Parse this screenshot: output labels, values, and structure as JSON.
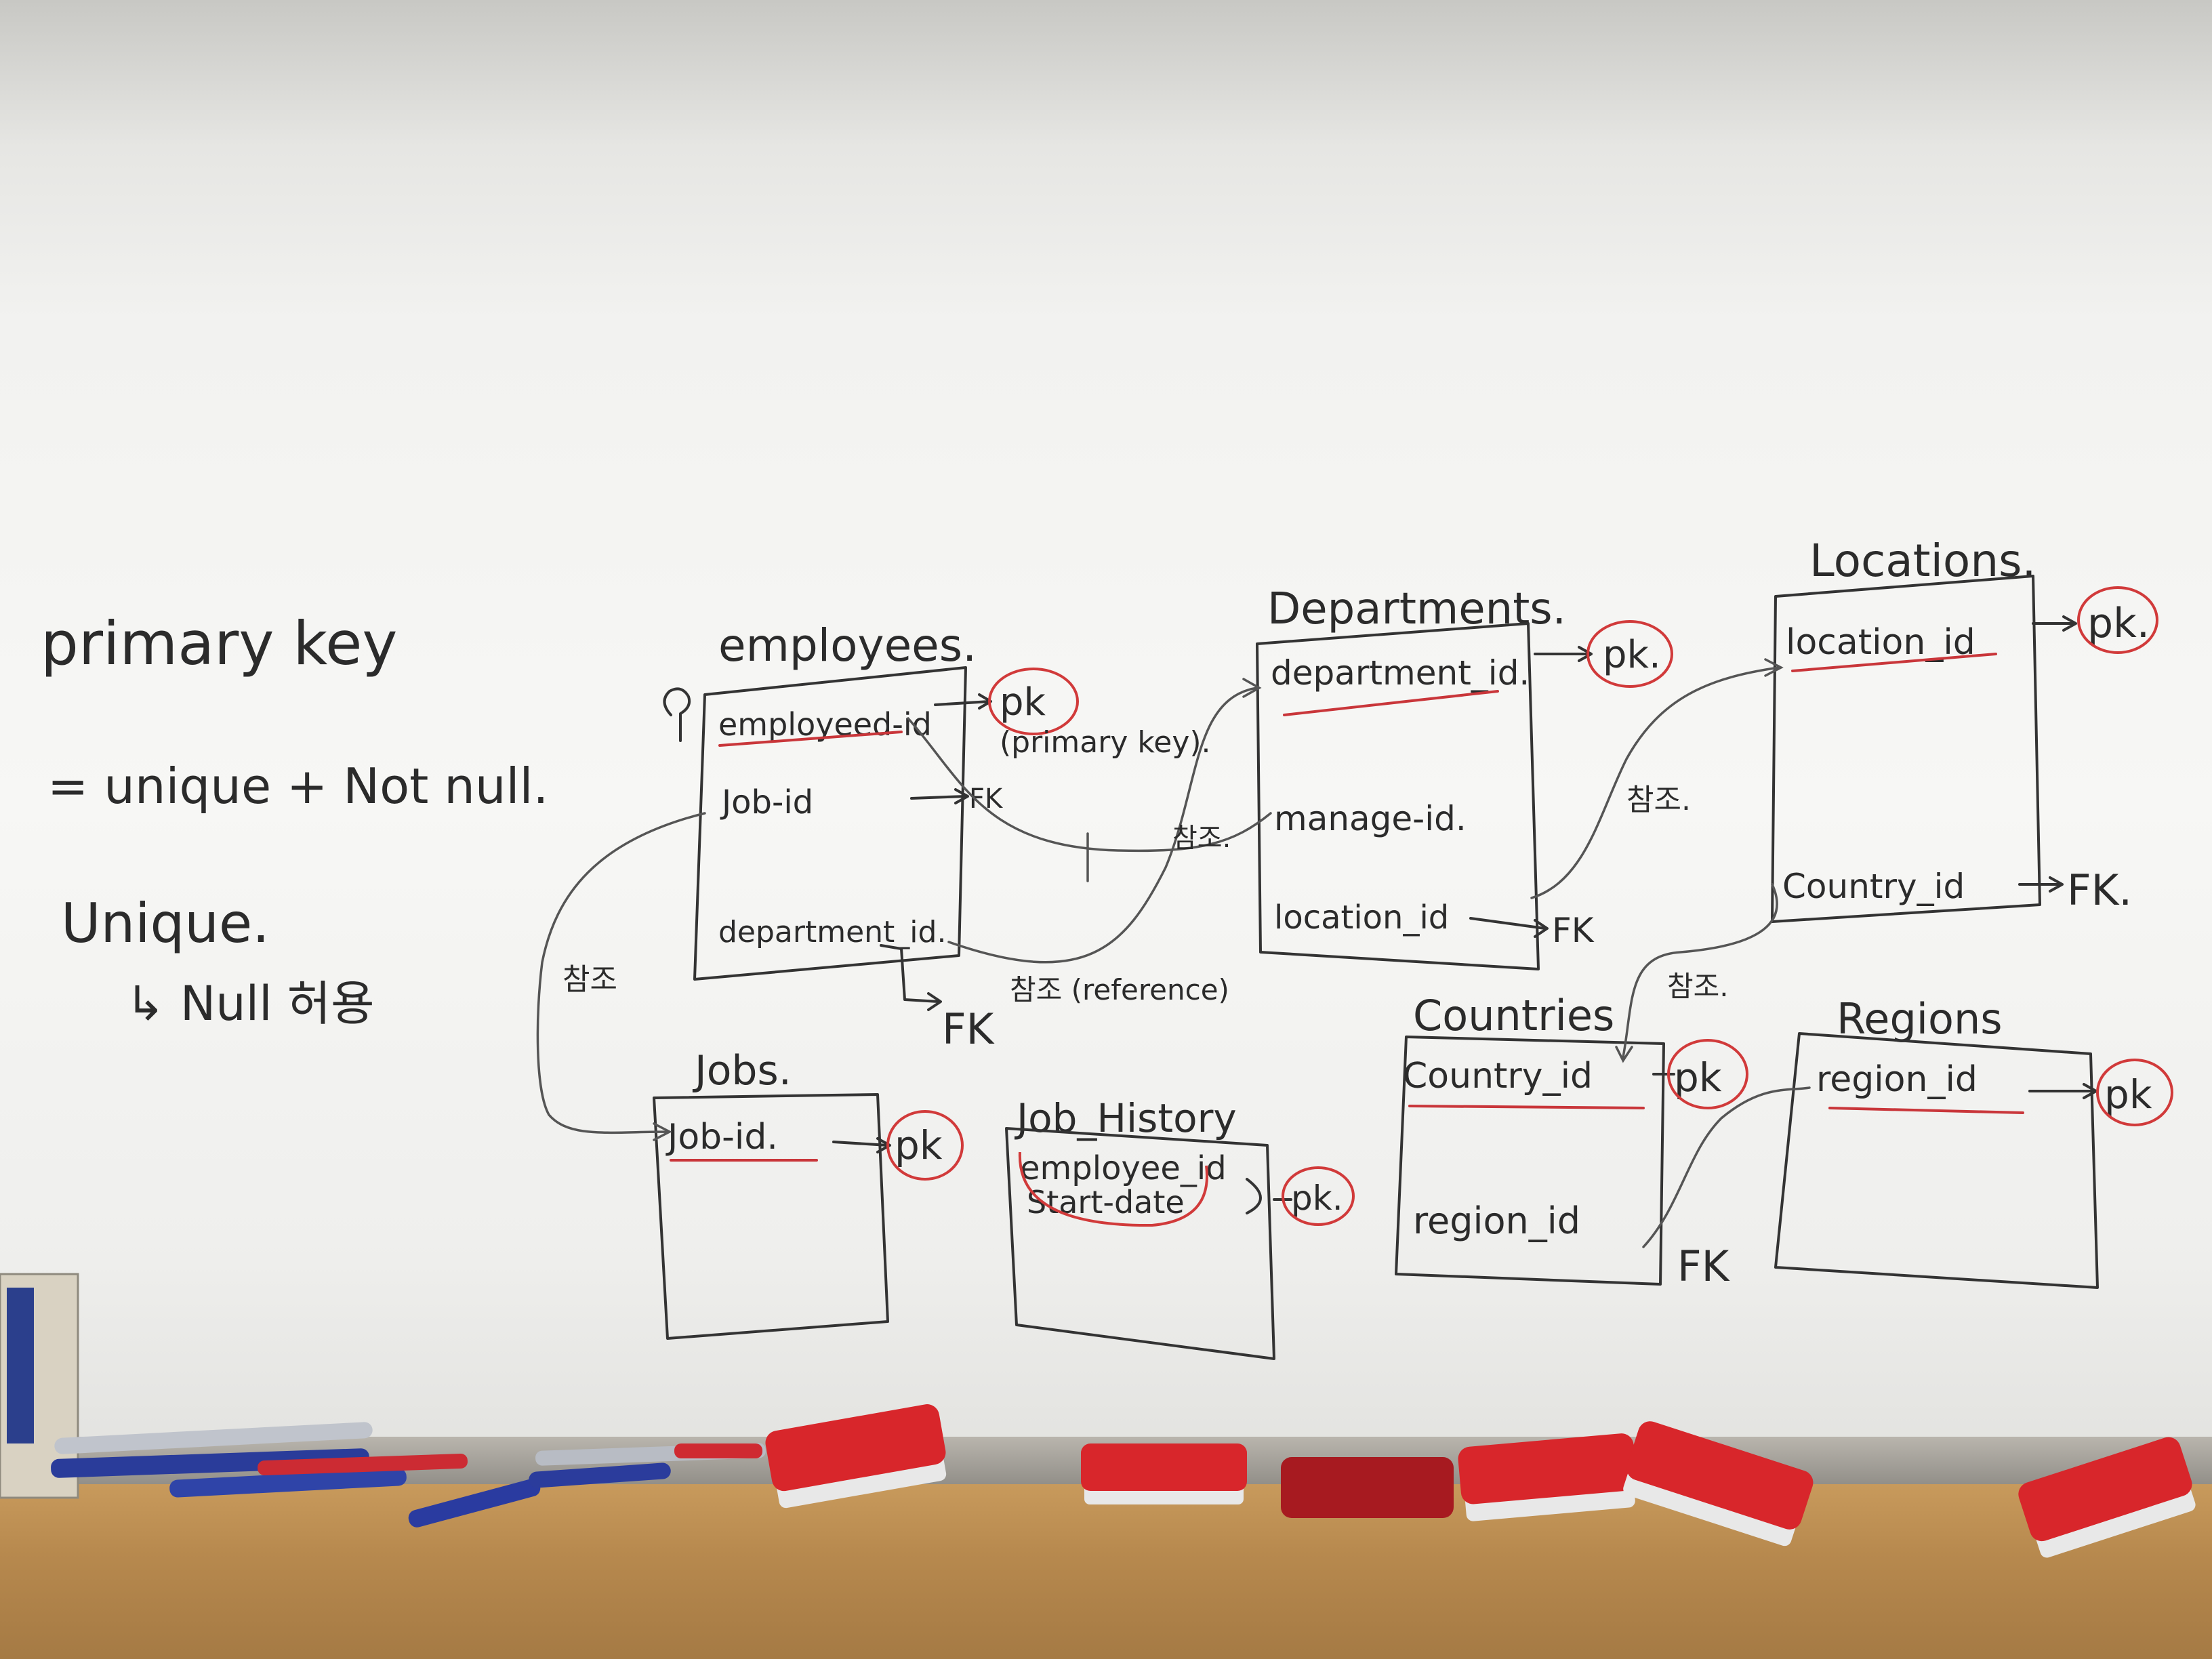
{
  "notes": {
    "line1": "primary key",
    "line2": "= unique + Not null.",
    "line3": "Unique.",
    "line4": "↳ Null 허용"
  },
  "tables": {
    "employees": {
      "title": "employees.",
      "field1": "employeed-id",
      "field2": "Job-id",
      "field3": "department_id.",
      "pk": "pk",
      "pk_note": "(primary key).",
      "fk_job": "FK",
      "fk_dept": "FK"
    },
    "departments": {
      "title": "Departments.",
      "field1": "department_id.",
      "field2": "manage-id.",
      "field3": "location_id",
      "pk": "pk.",
      "fk": "FK"
    },
    "locations": {
      "title": "Locations.",
      "field1": "location_id",
      "field2": "Country_id",
      "pk": "pk.",
      "fk": "FK."
    },
    "jobs": {
      "title": "Jobs.",
      "field1": "Job-id.",
      "pk": "pk"
    },
    "job_history": {
      "title": "Job_History",
      "field1": "employee_id",
      "field2": "Start-date",
      "pk": "pk."
    },
    "countries": {
      "title": "Countries",
      "field1": "Country_id",
      "field2": "region_id",
      "pk": "pk",
      "fk": "FK"
    },
    "regions": {
      "title": "Regions",
      "field1": "region_id",
      "pk": "pk"
    }
  },
  "references": {
    "ref_emp_mgr": "참조.",
    "ref_emp_dept": "참조 (reference)",
    "ref_jobs": "참조",
    "ref_dept_loc": "참조.",
    "ref_loc_country": "참조."
  }
}
